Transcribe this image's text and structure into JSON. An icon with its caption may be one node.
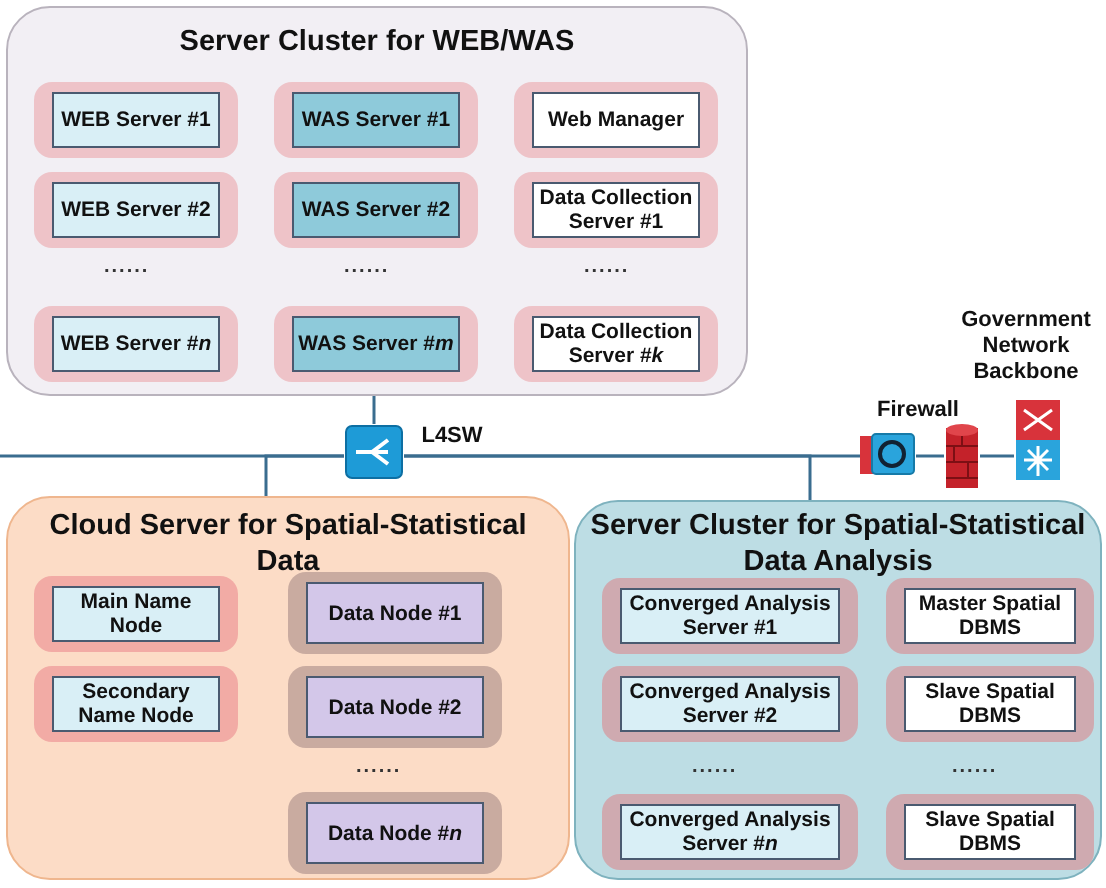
{
  "diagram": {
    "nodes": [
      {
        "text": [
          "Server Cluster for WEB/WAS"
        ]
      },
      {
        "text": [
          "WEB Server #1"
        ],
        "in": 0
      },
      {
        "text": [
          "WAS Server #1"
        ],
        "in": 0
      },
      {
        "text": [
          "Web Manager"
        ],
        "in": 0
      },
      {
        "text": [
          "WEB Server #2"
        ],
        "in": 0
      },
      {
        "text": [
          "WAS Server #2"
        ],
        "in": 0
      },
      {
        "text": [
          "Data Collection Server #1"
        ],
        "in": 0
      },
      {
        "text": [
          "WEB Server #*n*"
        ],
        "in": 0
      },
      {
        "text": [
          "WAS Server #*m*"
        ],
        "in": 0
      },
      {
        "text": [
          "Data Collection Server #*k*"
        ],
        "in": 0
      },
      {
        "text": [],
        "shape": "picture",
        "beside": [
          "L4SW"
        ]
      },
      {
        "text": [],
        "shape": "picture"
      },
      {
        "text": [],
        "shape": "picture",
        "beside": [
          "Firewall"
        ]
      },
      {
        "text": [],
        "shape": "picture",
        "beside": [
          "Government Network Backbone"
        ]
      },
      {
        "text": [
          "Cloud Server for Spatial-Statistical Data"
        ]
      },
      {
        "text": [
          "Main Name Node"
        ],
        "in": 14
      },
      {
        "text": [
          "Data Node #1"
        ],
        "in": 14
      },
      {
        "text": [
          "Secondary Name Node"
        ],
        "in": 14
      },
      {
        "text": [
          "Data Node #2"
        ],
        "in": 14
      },
      {
        "text": [
          "Data Node #*n*"
        ],
        "in": 14
      },
      {
        "text": [
          "Server Cluster for Spatial-Statistical Data Analysis"
        ]
      },
      {
        "text": [
          "Converged Analysis Server #1"
        ],
        "in": 20
      },
      {
        "text": [
          "Master Spatial DBMS"
        ],
        "in": 20
      },
      {
        "text": [
          "Converged Analysis Server #2"
        ],
        "in": 20
      },
      {
        "text": [
          "Slave Spatial DBMS"
        ],
        "in": 20
      },
      {
        "text": [
          "Converged Analysis Server #*n*"
        ],
        "in": 20
      },
      {
        "text": [
          "Slave Spatial DBMS"
        ],
        "in": 20
      }
    ],
    "edges": [
      {
        "from": 10,
        "to": 0,
        "arrow": "none"
      },
      {
        "from": null,
        "to": 10,
        "arrow": "none"
      },
      {
        "from": 10,
        "to": 14,
        "arrow": "none"
      },
      {
        "from": 10,
        "to": 20,
        "arrow": "none"
      },
      {
        "from": 10,
        "to": 11,
        "arrow": "none"
      },
      {
        "from": 11,
        "to": 12,
        "arrow": "none"
      },
      {
        "from": 12,
        "to": 13,
        "arrow": "none"
      }
    ],
    "labels": [
      "......",
      "......",
      "......",
      "......",
      "......",
      "......"
    ]
  }
}
